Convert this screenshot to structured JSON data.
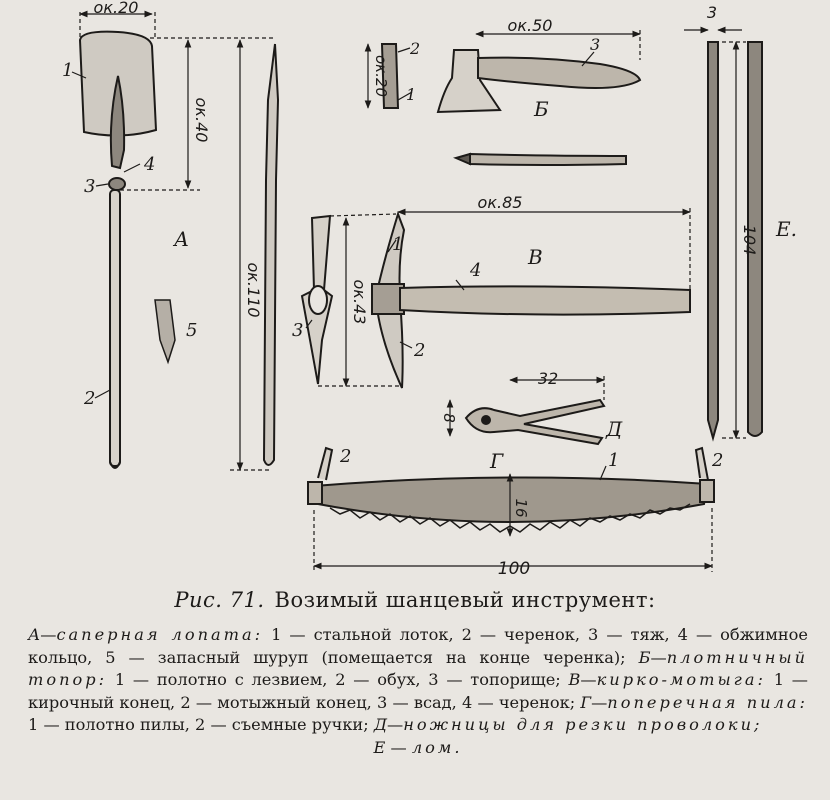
{
  "figure": {
    "shovel": {
      "letter": "А",
      "callouts": [
        "1",
        "2",
        "3",
        "4",
        "5"
      ],
      "dims": [
        "ок.20",
        "ок.40",
        "ок.110"
      ]
    },
    "axe": {
      "letter": "Б",
      "callouts": [
        "1",
        "2",
        "3"
      ],
      "dims": [
        "ок.50",
        "ок.20"
      ]
    },
    "pickaxe": {
      "letter": "В",
      "callouts": [
        "1",
        "2",
        "3",
        "4"
      ],
      "dims": [
        "ок.85",
        "ок.43"
      ]
    },
    "saw": {
      "letter": "Г",
      "callouts": [
        "1",
        "2",
        "2"
      ],
      "dims": [
        "16",
        "100"
      ]
    },
    "cutters": {
      "letter": "Д",
      "dims": [
        "32",
        "8"
      ]
    },
    "crowbar": {
      "letter": "Е.",
      "dims": [
        "104",
        "3"
      ]
    }
  },
  "caption": {
    "fig": "Рис. 71.",
    "title": "Возимый шанцевый инструмент:"
  },
  "legend": {
    "a_key": "А",
    "a_name": "саперная лопата:",
    "a_text": "1 — стальной лоток, 2 — черенок, 3 — тяж, 4 — обжимное кольцо, 5 — запасный шуруп (помещается на конце черенка);",
    "b_key": "Б",
    "b_name": "плотничный топор:",
    "b_text": "1 — полотно с лезвием, 2 — обух, 3 — топорище;",
    "v_key": "В",
    "v_name": "кирко-мотыга:",
    "v_text": "1 — кирочный конец, 2 — мотыжный конец, 3 — всад, 4 — черенок;",
    "g_key": "Г",
    "g_name": "поперечная пила:",
    "g_text": "1 — полотно пилы, 2 — съемные ручки;",
    "d_key": "Д",
    "d_name": "ножницы для резки проволоки;",
    "e_key": "Е",
    "e_text": "лом."
  }
}
